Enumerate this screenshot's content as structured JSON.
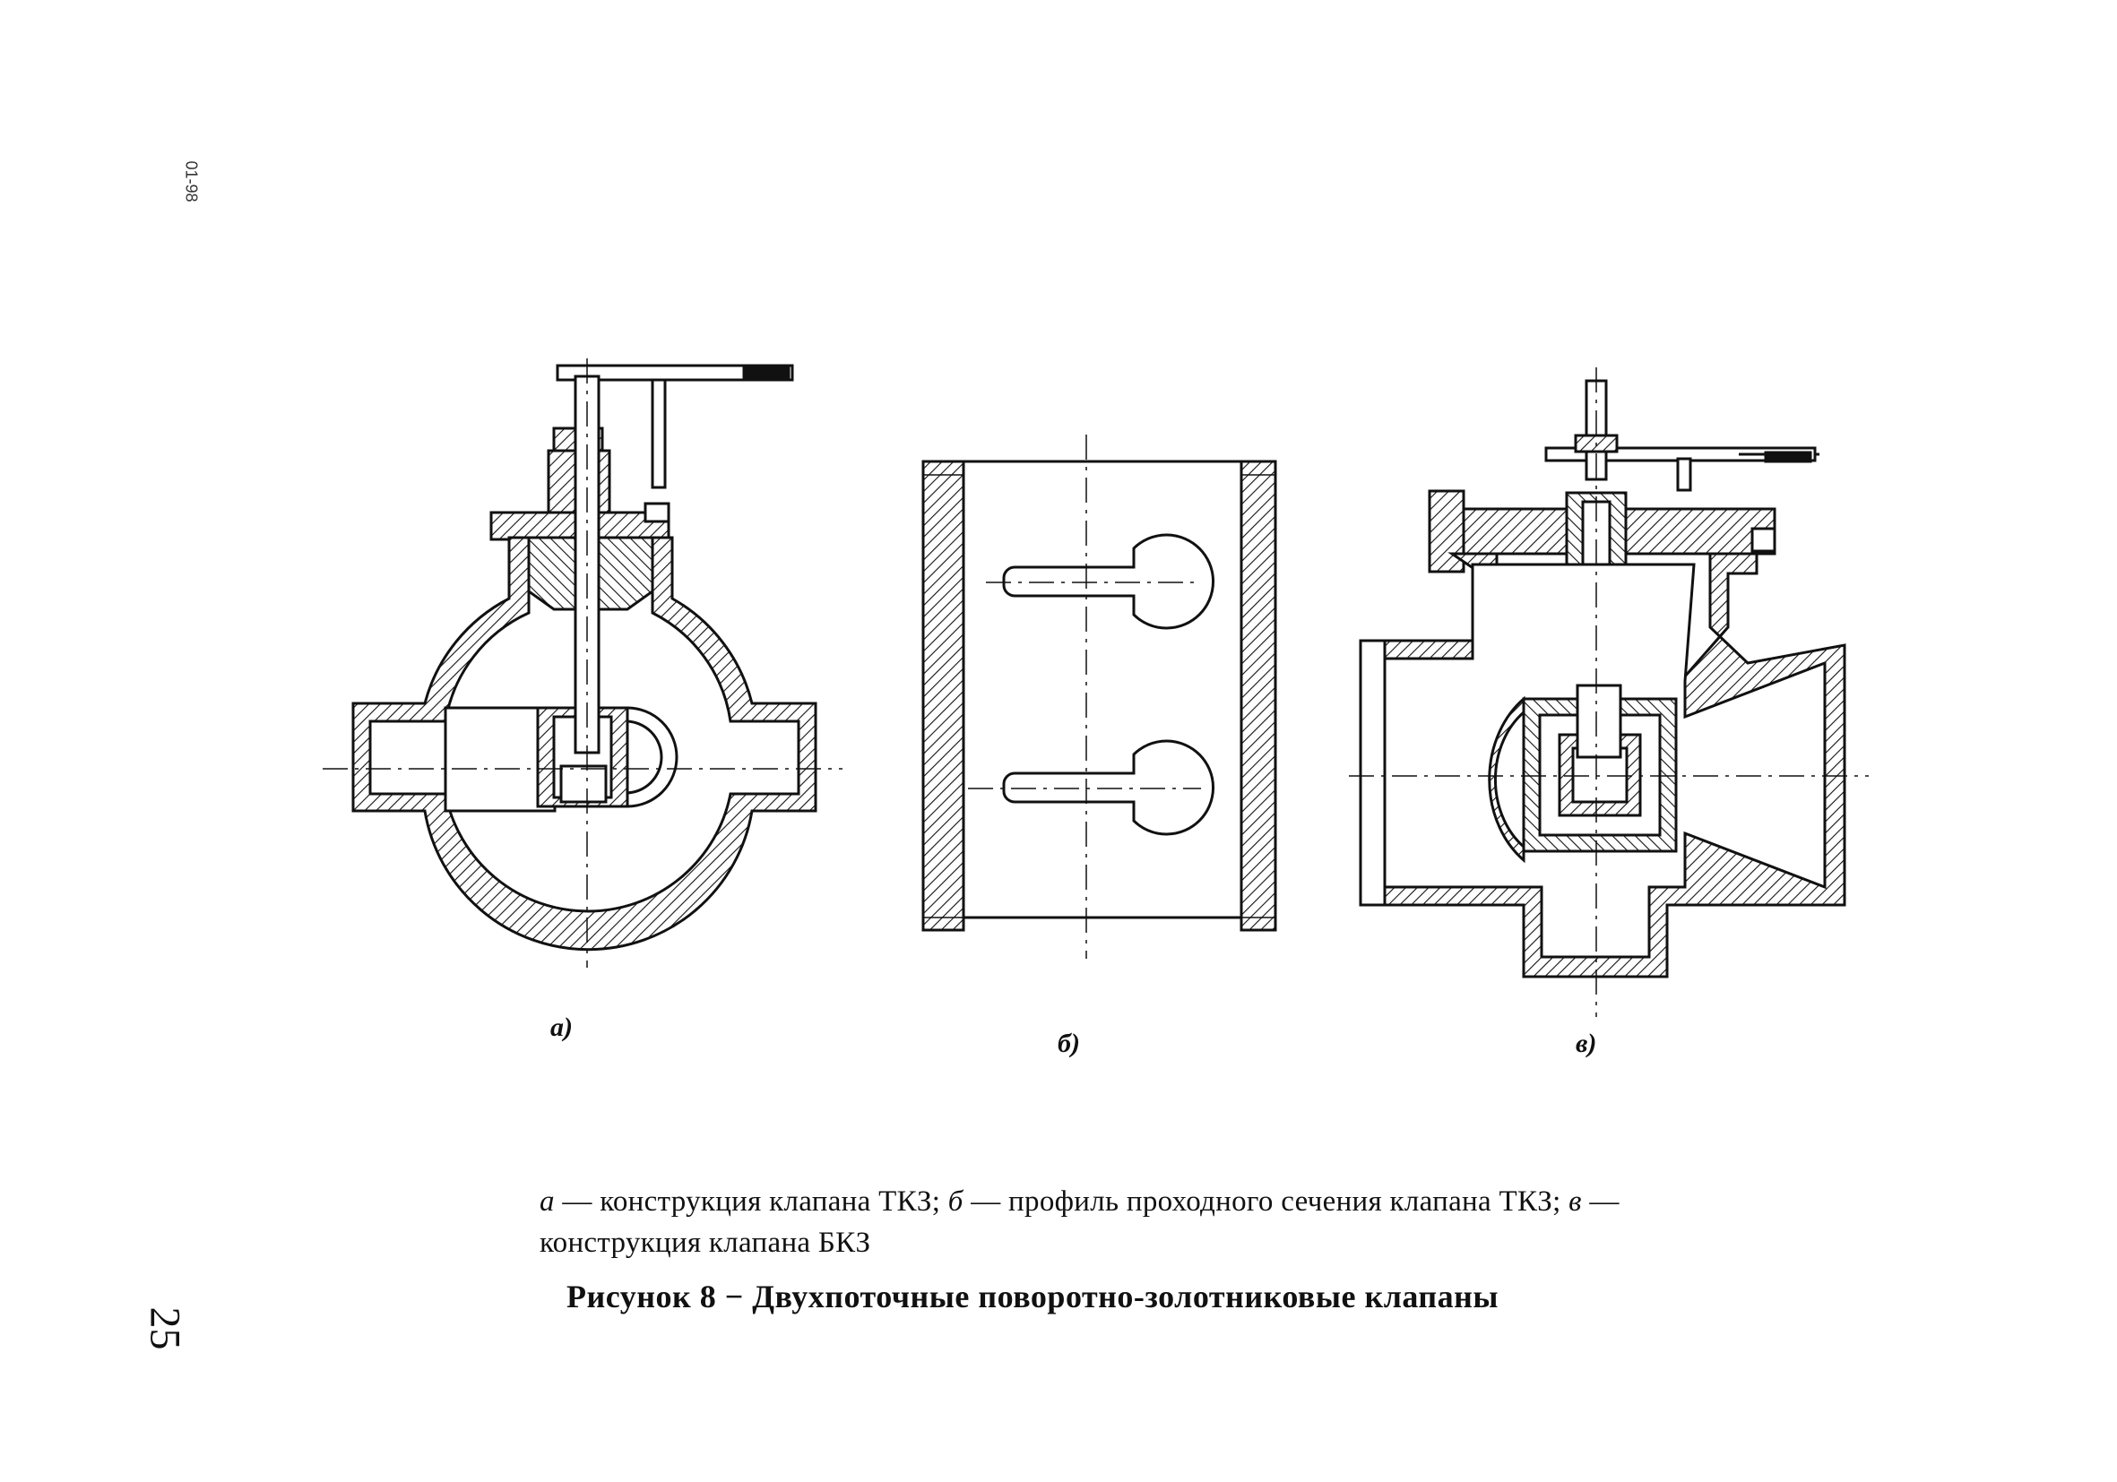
{
  "page": {
    "side_code": "01-98",
    "page_number": "25"
  },
  "figure": {
    "labels": {
      "a": "а)",
      "b": "б)",
      "v": "в)"
    },
    "caption": {
      "a_letter": "а",
      "a_text": " — конструкция клапана ТКЗ; ",
      "b_letter": "б",
      "b_text": " — профиль проходного сечения клапана ТКЗ; ",
      "v_letter": "в",
      "v_text": " — конструкция клапана БКЗ"
    },
    "title": "Рисунок 8 − Двухпоточные поворотно-золотниковые клапаны"
  }
}
